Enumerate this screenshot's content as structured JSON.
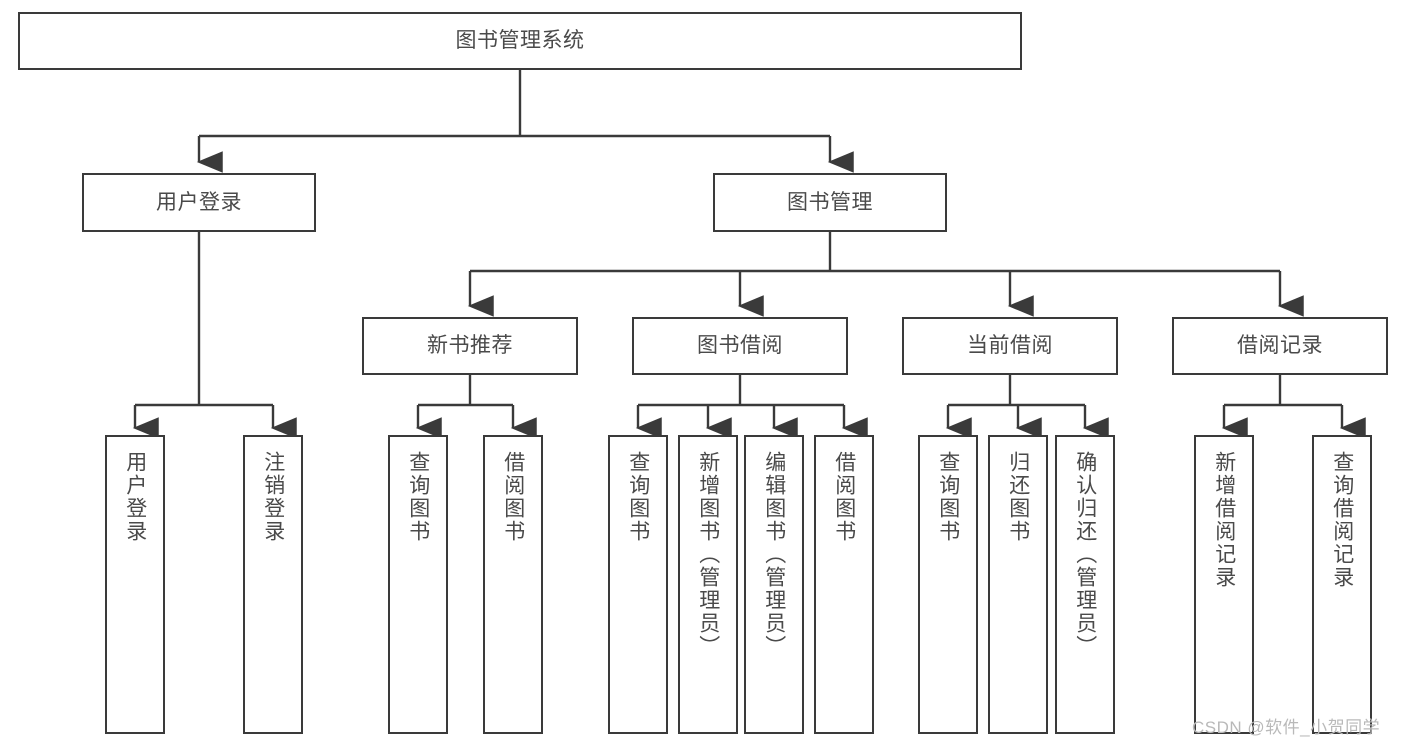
{
  "diagram": {
    "type": "tree",
    "title": "图书管理系统",
    "root": {
      "id": "root",
      "label": "图书管理系统"
    },
    "level2": [
      {
        "id": "user-login",
        "label": "用户登录"
      },
      {
        "id": "book-management",
        "label": "图书管理"
      }
    ],
    "level3": [
      {
        "id": "new-book-recommend",
        "label": "新书推荐"
      },
      {
        "id": "book-borrow",
        "label": "图书借阅"
      },
      {
        "id": "current-borrow",
        "label": "当前借阅"
      },
      {
        "id": "borrow-record",
        "label": "借阅记录"
      }
    ],
    "leaves": {
      "user_login": [
        {
          "id": "leaf-user-login",
          "label": "用户登录"
        },
        {
          "id": "leaf-logout-login",
          "label": "注销登录"
        }
      ],
      "new_book_recommend": [
        {
          "id": "leaf-query-book-1",
          "label": "查询图书"
        },
        {
          "id": "leaf-borrow-book-1",
          "label": "借阅图书"
        }
      ],
      "book_borrow": [
        {
          "id": "leaf-query-book-2",
          "label": "查询图书"
        },
        {
          "id": "leaf-add-book",
          "label": "新增图书（管理员）"
        },
        {
          "id": "leaf-edit-book",
          "label": "编辑图书（管理员）"
        },
        {
          "id": "leaf-borrow-book-2",
          "label": "借阅图书"
        }
      ],
      "current_borrow": [
        {
          "id": "leaf-query-book-3",
          "label": "查询图书"
        },
        {
          "id": "leaf-return-book",
          "label": "归还图书"
        },
        {
          "id": "leaf-confirm-return",
          "label": "确认归还（管理员）"
        }
      ],
      "borrow_record": [
        {
          "id": "leaf-add-record",
          "label": "新增借阅记录"
        },
        {
          "id": "leaf-query-record",
          "label": "查询借阅记录"
        }
      ]
    }
  },
  "watermark": {
    "text": "CSDN @软件_小贺同学"
  },
  "colors": {
    "stroke": "#3a3a3a",
    "text": "#4a4a4a",
    "background": "#ffffff",
    "watermark": "#b9b9b9"
  }
}
